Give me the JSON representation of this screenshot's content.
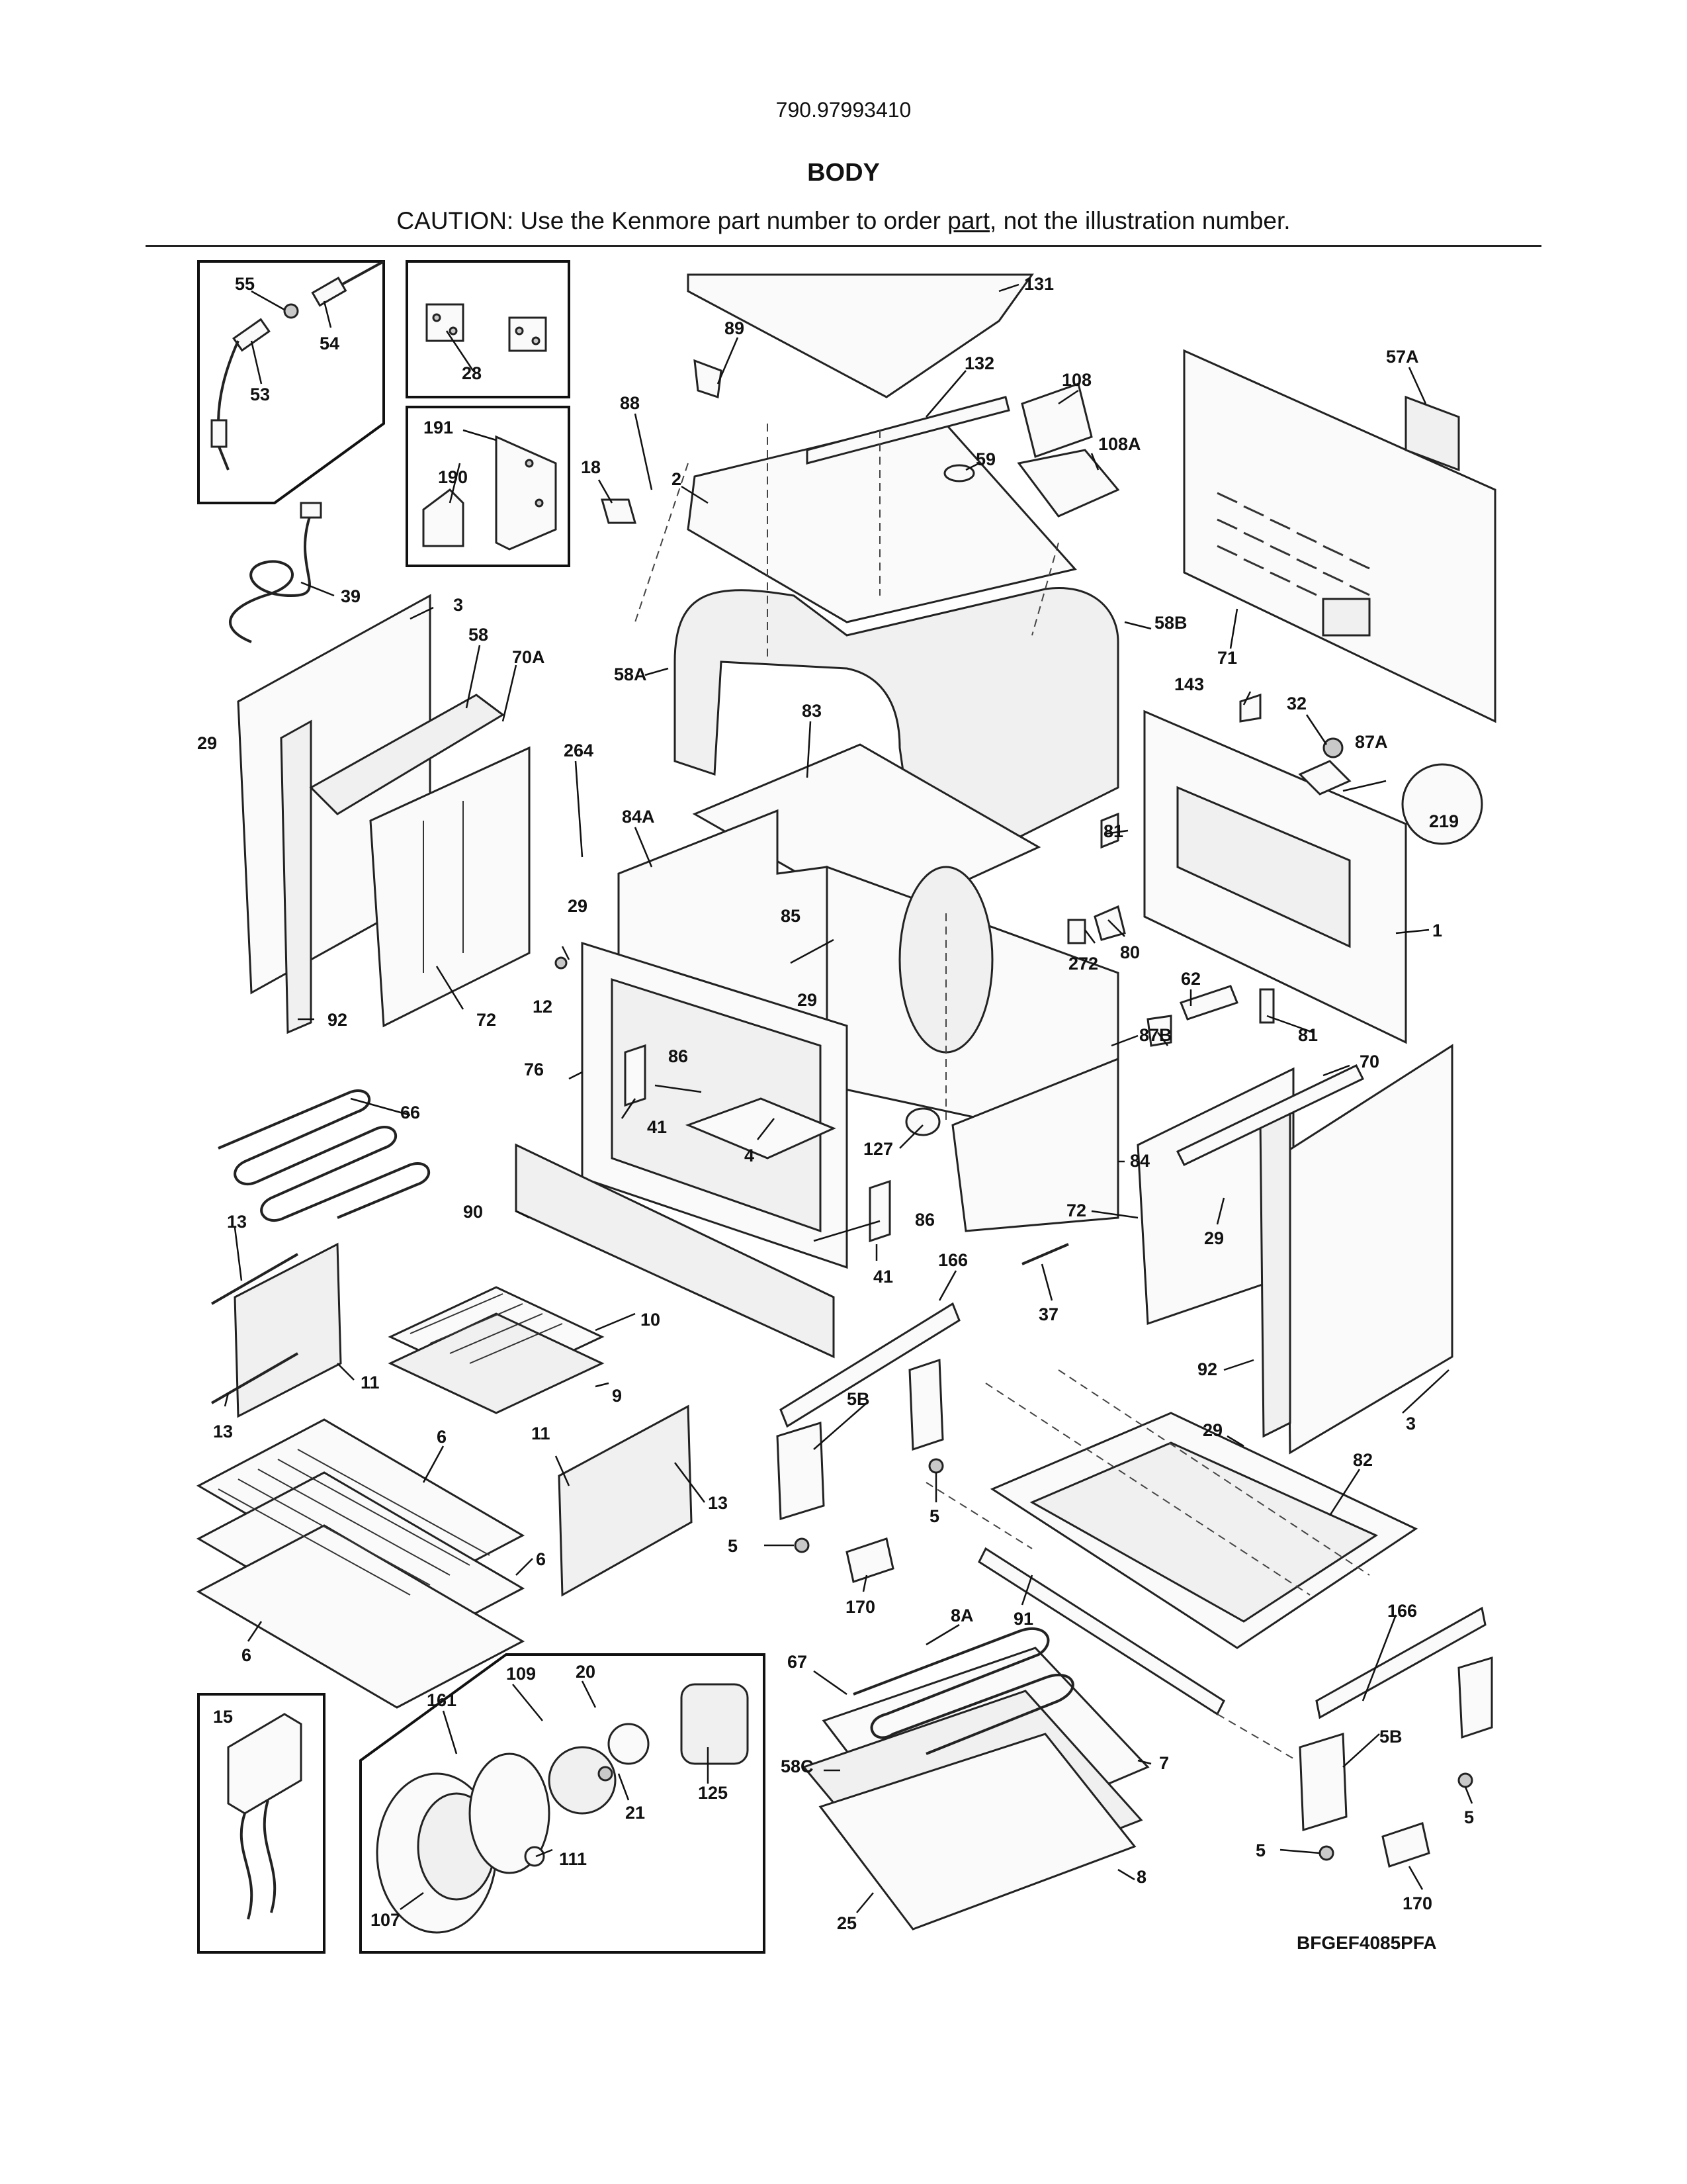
{
  "header": {
    "model_number": "790.97993410",
    "section_title": "BODY",
    "caution_prefix": "CAUTION: Use the Kenmore part number to order ",
    "caution_link": "part",
    "caution_suffix": ", not the illustration number."
  },
  "diagram": {
    "drawing_code": "BFGEF4085PFA",
    "callouts": [
      "55",
      "54",
      "53",
      "28",
      "191",
      "190",
      "39",
      "3",
      "58",
      "70A",
      "29",
      "92",
      "72",
      "264",
      "84A",
      "29",
      "12",
      "76",
      "86",
      "41",
      "29",
      "4",
      "85",
      "83",
      "58A",
      "58B",
      "131",
      "89",
      "132",
      "108",
      "108A",
      "88",
      "18",
      "2",
      "59",
      "57A",
      "71",
      "143",
      "32",
      "87A",
      "219",
      "81",
      "1",
      "272",
      "80",
      "62",
      "87B",
      "81",
      "70",
      "127",
      "84",
      "86",
      "41",
      "166",
      "37",
      "72",
      "29",
      "92",
      "3",
      "66",
      "90",
      "10",
      "9",
      "13",
      "11",
      "13",
      "6",
      "6",
      "6",
      "11",
      "13",
      "5B",
      "5",
      "5",
      "170",
      "82",
      "29",
      "91",
      "8A",
      "67",
      "58C",
      "7",
      "8",
      "25",
      "166",
      "5B",
      "5",
      "5",
      "170",
      "15",
      "109",
      "20",
      "161",
      "21",
      "125",
      "111",
      "107"
    ]
  }
}
